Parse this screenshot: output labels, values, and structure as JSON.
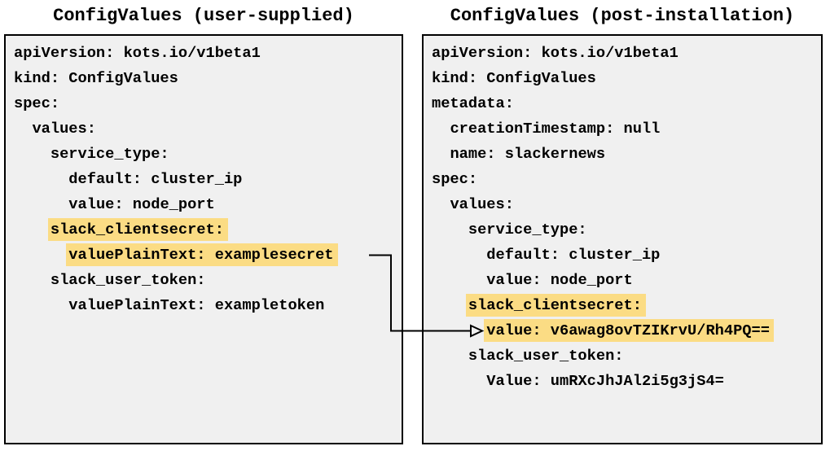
{
  "diagram": {
    "left_panel": {
      "title": "ConfigValues (user-supplied)",
      "lines": [
        {
          "indent": 0,
          "text": "apiVersion: kots.io/v1beta1",
          "highlighted": false
        },
        {
          "indent": 0,
          "text": "kind: ConfigValues",
          "highlighted": false
        },
        {
          "indent": 0,
          "text": "spec:",
          "highlighted": false
        },
        {
          "indent": 1,
          "text": "values:",
          "highlighted": false
        },
        {
          "indent": 2,
          "text": "service_type:",
          "highlighted": false
        },
        {
          "indent": 3,
          "text": "default: cluster_ip",
          "highlighted": false
        },
        {
          "indent": 3,
          "text": "value: node_port",
          "highlighted": false
        },
        {
          "indent": 2,
          "text": "slack_clientsecret:",
          "highlighted": true
        },
        {
          "indent": 3,
          "text": "valuePlainText: examplesecret",
          "highlighted": true
        },
        {
          "indent": 2,
          "text": "slack_user_token:",
          "highlighted": false
        },
        {
          "indent": 3,
          "text": "valuePlainText: exampletoken",
          "highlighted": false
        }
      ]
    },
    "right_panel": {
      "title": "ConfigValues (post-installation)",
      "lines": [
        {
          "indent": 0,
          "text": "apiVersion: kots.io/v1beta1",
          "highlighted": false
        },
        {
          "indent": 0,
          "text": "kind: ConfigValues",
          "highlighted": false
        },
        {
          "indent": 0,
          "text": "metadata:",
          "highlighted": false
        },
        {
          "indent": 1,
          "text": "creationTimestamp: null",
          "highlighted": false
        },
        {
          "indent": 1,
          "text": "name: slackernews",
          "highlighted": false
        },
        {
          "indent": 0,
          "text": "spec:",
          "highlighted": false
        },
        {
          "indent": 1,
          "text": "values:",
          "highlighted": false
        },
        {
          "indent": 2,
          "text": "service_type:",
          "highlighted": false
        },
        {
          "indent": 3,
          "text": "default: cluster_ip",
          "highlighted": false
        },
        {
          "indent": 3,
          "text": "value: node_port",
          "highlighted": false
        },
        {
          "indent": 2,
          "text": "slack_clientsecret:",
          "highlighted": true
        },
        {
          "indent": 3,
          "text": "value: v6awag8ovTZIKrvU/Rh4PQ==",
          "highlighted": true
        },
        {
          "indent": 2,
          "text": "slack_user_token:",
          "highlighted": false
        },
        {
          "indent": 3,
          "text": "Value: umRXcJhJAl2i5g3jS4=",
          "highlighted": false
        }
      ]
    },
    "connector": {
      "type": "elbow-arrow",
      "from_text": "valuePlainText: examplesecret",
      "to_text": "value: v6awag8ovTZIKrvU/Rh4PQ=="
    },
    "colors": {
      "highlight": "#fbdc84",
      "panel_background": "#f0f0f0",
      "panel_border": "#000000",
      "text": "#000000"
    }
  }
}
